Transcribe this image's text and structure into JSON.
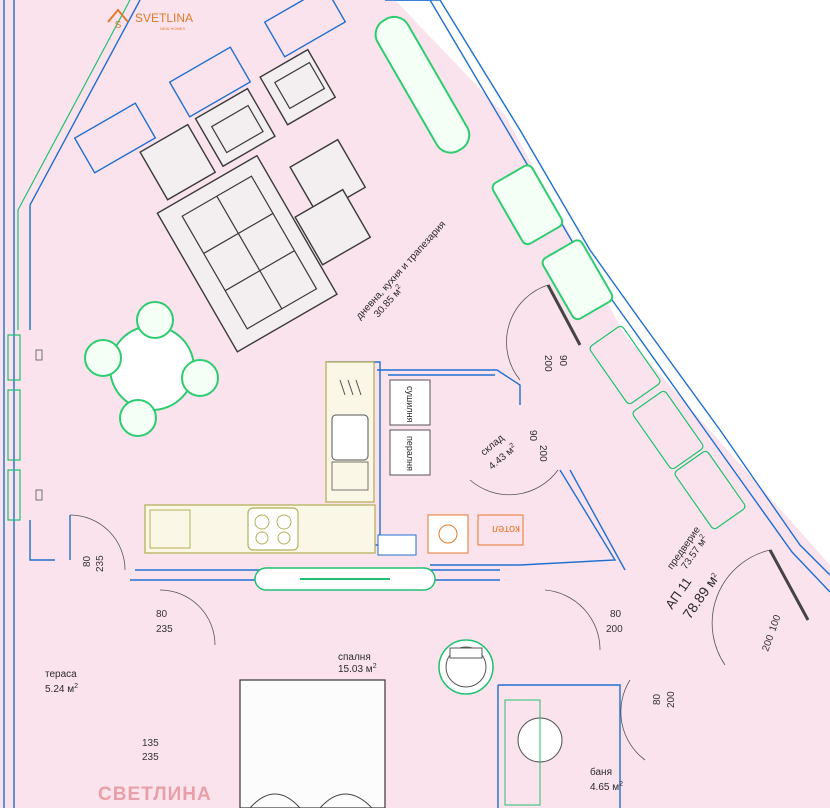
{
  "logo": {
    "text": "SVETLINA",
    "sub": "NEW HOMES"
  },
  "watermark": "СВЕТЛИНА",
  "apartment": {
    "label": "АП 11",
    "area": "78.89 м",
    "area_sup": "2"
  },
  "rooms": {
    "living": {
      "name": "дневна, кухня и трапезария",
      "area": "30.85 м",
      "sup": "2"
    },
    "storage": {
      "name": "склад",
      "area": "4.43 м",
      "sup": "2"
    },
    "hall": {
      "name": "предверие",
      "area": "73.57 м",
      "sup": "2"
    },
    "bedroom": {
      "name": "спалня",
      "area": "15.03 м",
      "sup": "2"
    },
    "terrace": {
      "name": "тераса",
      "area": "5.24 м",
      "sup": "2"
    },
    "bath": {
      "name": "баня",
      "area": "4.65 м",
      "sup": "2"
    }
  },
  "appliances": {
    "dryer": "сушилня",
    "washer": "пералня",
    "boiler": "котел"
  },
  "doors": {
    "living_door": {
      "w": "90",
      "h": "200"
    },
    "storage_door": {
      "w": "90",
      "h": "200"
    },
    "terrace_door1": {
      "w": "80",
      "h": "235"
    },
    "terrace_door2": {
      "w": "80",
      "h": "235"
    },
    "bed_door": {
      "w": "80",
      "h": "200"
    },
    "bath_door": {
      "w": "80",
      "h": "200"
    },
    "entrance": {
      "w": "100",
      "h": "200"
    },
    "terrace_win": {
      "w": "135",
      "h": "235"
    }
  },
  "colors": {
    "floor": "#fbe3ee",
    "wall": "#1f6fd1",
    "accent": "#e07a2b",
    "watermark": "#e8a0a8"
  }
}
